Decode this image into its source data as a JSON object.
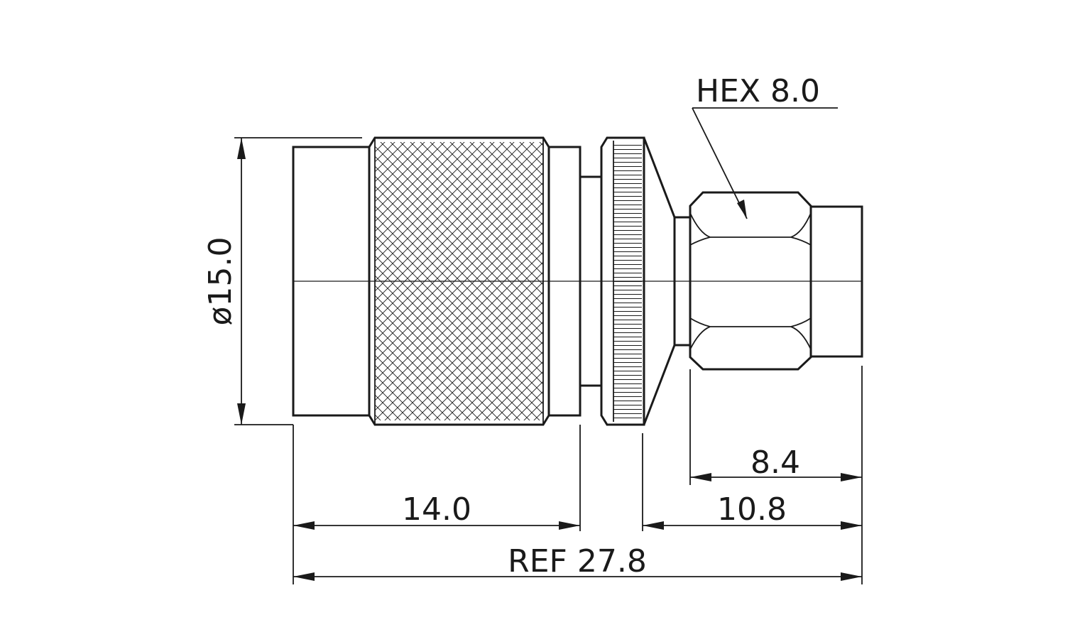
{
  "colors": {
    "line": "#1a1a1a",
    "background": "#ffffff"
  },
  "dimensions": {
    "diameter": "ø15.0",
    "hex": "HEX 8.0",
    "length_left": "14.0",
    "length_right": "10.8",
    "length_tip": "8.4",
    "total": "REF 27.8"
  }
}
